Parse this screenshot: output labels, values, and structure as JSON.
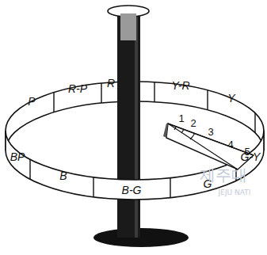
{
  "diagram": {
    "nodes": [
      {
        "text": [
          "P"
        ]
      },
      {
        "text": [
          "R-P"
        ]
      },
      {
        "text": [
          "R"
        ]
      },
      {
        "text": [
          "Y-R"
        ]
      },
      {
        "text": [
          "Y"
        ]
      },
      {
        "text": [
          "BP"
        ]
      },
      {
        "text": [
          "B"
        ]
      },
      {
        "text": [
          "B-G"
        ]
      },
      {
        "text": [
          "G"
        ]
      },
      {
        "text": [
          "G-Y"
        ]
      }
    ],
    "labels": [
      "1",
      "2",
      "3",
      "4",
      "5",
      "제주대",
      "JEJU NATI"
    ]
  }
}
